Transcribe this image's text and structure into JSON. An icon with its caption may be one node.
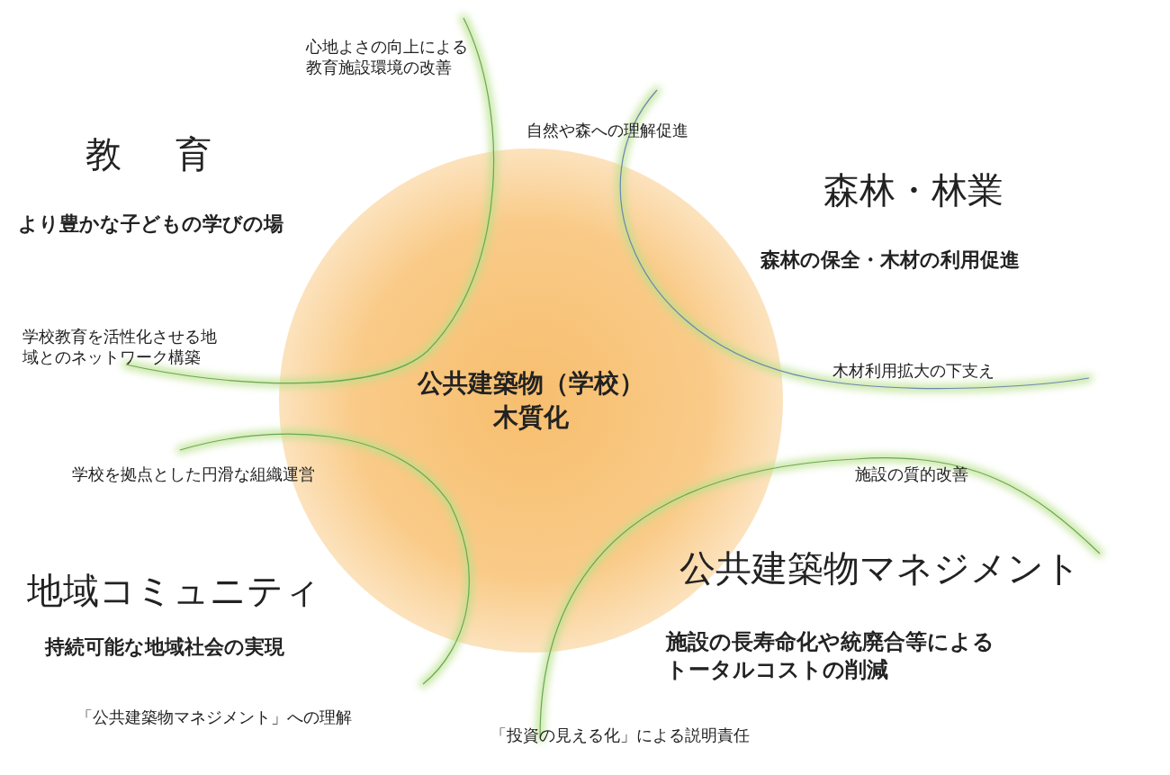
{
  "diagram": {
    "nodes": [
      {
        "text": [
          "公共建築物（学校）木質化"
        ]
      }
    ],
    "labels": [
      "心地よさの向上による教育施設環境の改善",
      "自然や森への理解促進",
      "教　育",
      "森林・林業",
      "より豊かな子どもの学びの場",
      "森林の保全・木材の利用促進",
      "学校教育を活性化させる地域とのネットワーク構築",
      "木材利用拡大の下支え",
      "学校を拠点とした円滑な組織運営",
      "施設の質的改善",
      "公共建築物マネジメント",
      "地域コミュニティ",
      "施設の長寿命化や統廃合等によるトータルコストの削減",
      "持続可能な地域社会の実現",
      "「公共建築物マネジメント」への理解",
      "「投資の見える化」による説明責任"
    ]
  }
}
